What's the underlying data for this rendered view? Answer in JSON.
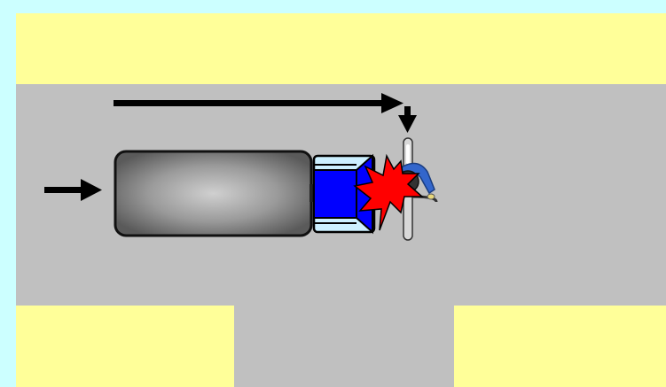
{
  "scene": {
    "colors": {
      "background": "#CCFFFF",
      "sidewalk": "#FFFF99",
      "road": "#C0C0C0",
      "truck_trailer": "#808080",
      "truck_cab": "#0000FF",
      "truck_glass": "#CCF0FF",
      "arrow": "#000000",
      "impact": "#FF0000",
      "rider_jacket": "#3366CC",
      "bicycle": "#D8D8D8"
    },
    "elements": {
      "top_sidewalk": "sidewalk",
      "bottom_left_sidewalk": "sidewalk",
      "bottom_right_sidewalk": "sidewalk",
      "road": "asphalt",
      "truck": "truck-top-view",
      "bicycle": "bicycle-with-rider-top-view",
      "impact": "collision-burst-icon",
      "truck_direction_arrow": "arrow-right-icon",
      "bicycle_path_arrow": "arrow-right-then-down-icon"
    }
  }
}
